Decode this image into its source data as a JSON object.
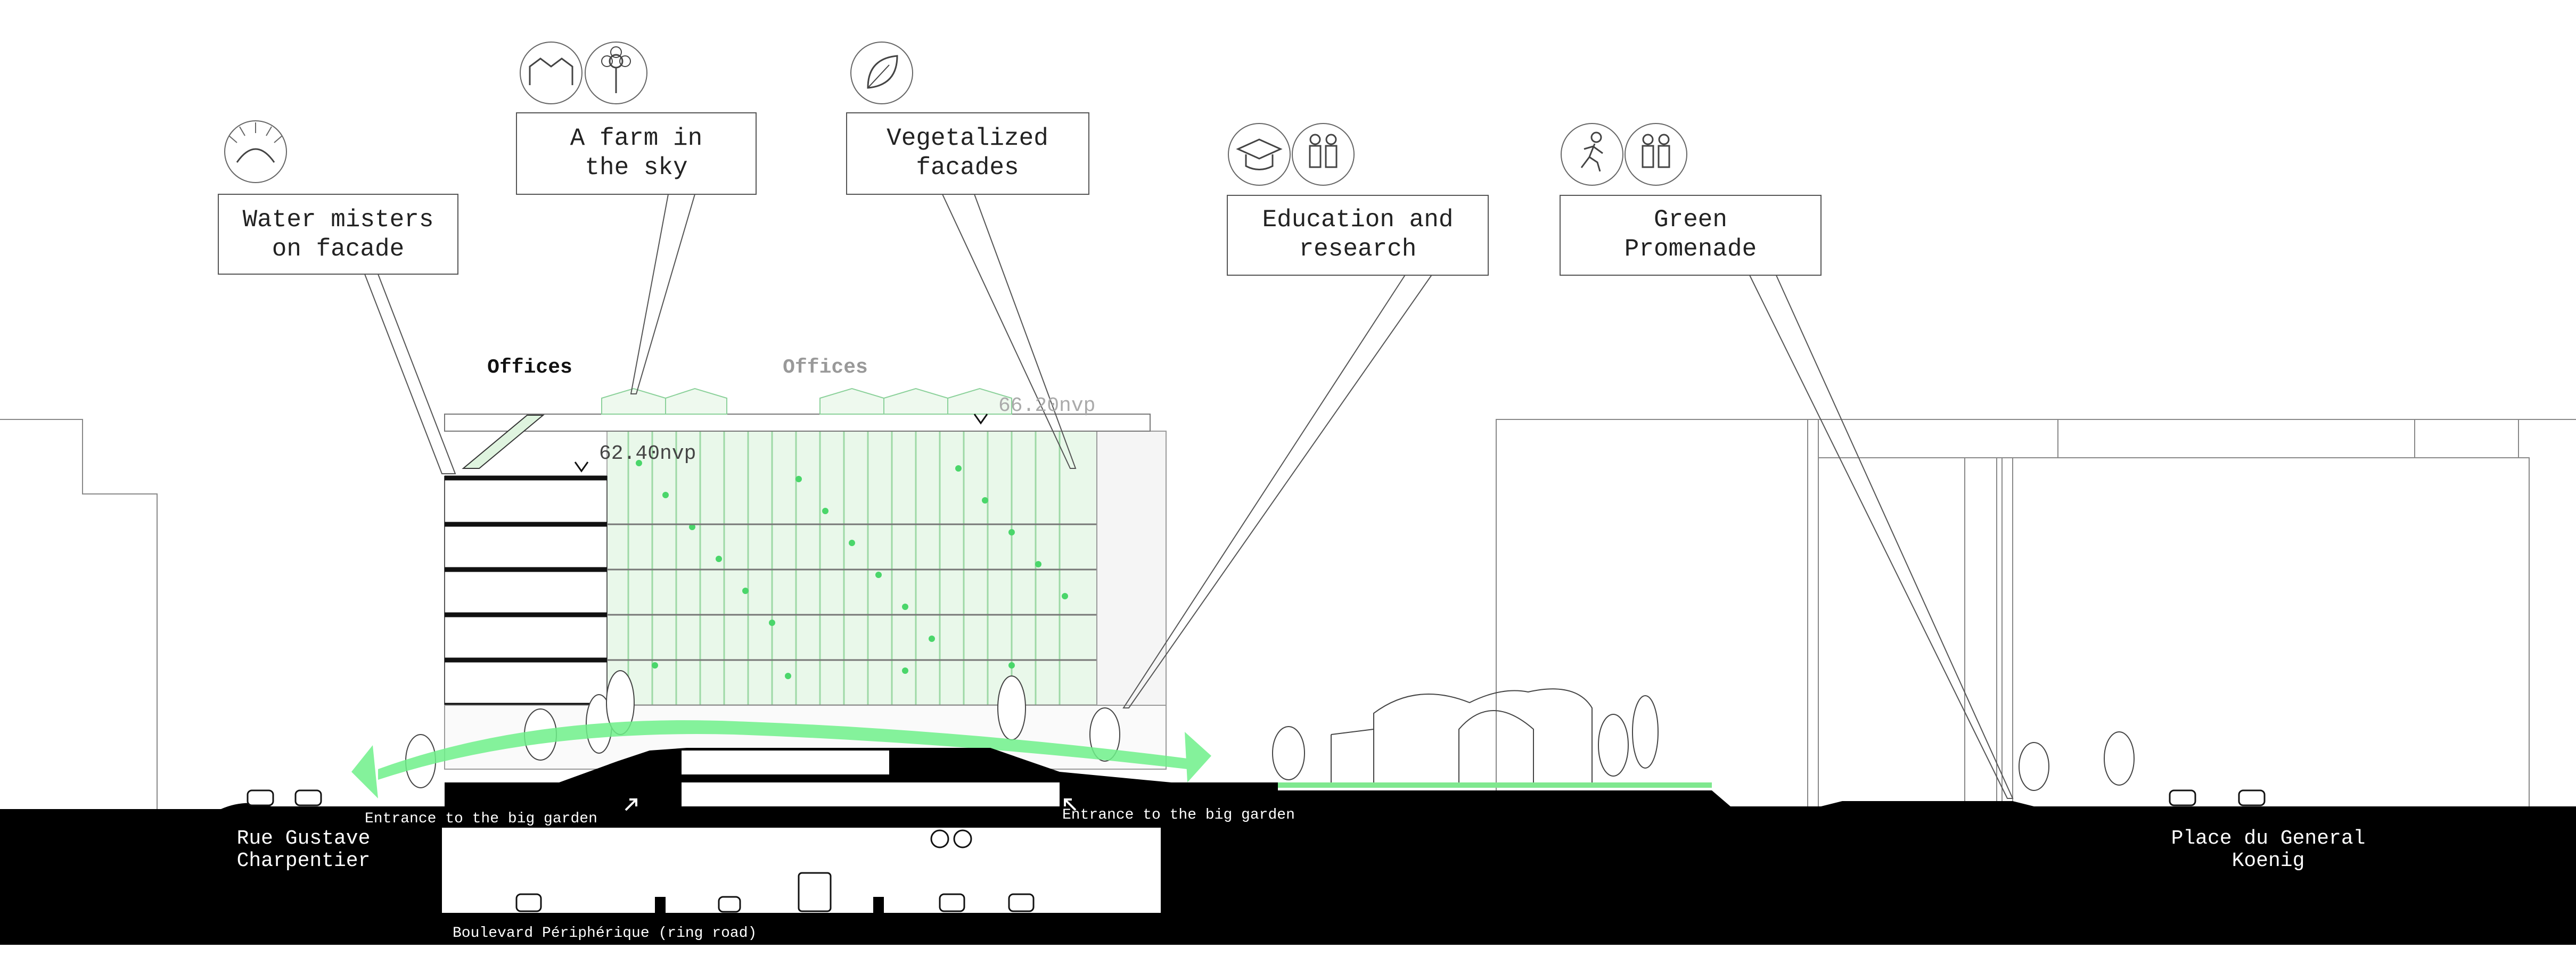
{
  "callouts": {
    "water_misters": {
      "line1": "Water misters",
      "line2": "on facade"
    },
    "farm_in_sky": {
      "line1": "A farm in",
      "line2": "the sky"
    },
    "vegetalized": {
      "line1": "Vegetalized",
      "line2": "facades"
    },
    "education": {
      "line1": "Education and",
      "line2": "research"
    },
    "promenade": {
      "line1": "Green",
      "line2": "Promenade"
    }
  },
  "building": {
    "offices_left": "Offices",
    "offices_right": "Offices",
    "level_left": "62.40nvp",
    "level_right": "66.20nvp"
  },
  "ground_labels": {
    "entrance_left": "Entrance to the big garden",
    "entrance_right": "Entrance to the big garden",
    "street_left_1": "Rue Gustave",
    "street_left_2": "Charpentier",
    "street_right_1": "Place du General",
    "street_right_2": "Koenig",
    "ring_road": "Boulevard Périphérique (ring road)"
  },
  "icons": {
    "water_misters": "mister-icon",
    "farm_1": "greenhouse-icon",
    "farm_2": "flower-icon",
    "vegetalized": "leaf-icon",
    "education_1": "graduation-cap-icon",
    "education_2": "people-icon",
    "promenade_1": "runner-icon",
    "promenade_2": "people-icon"
  },
  "colors": {
    "green_accent": "#5fe87a",
    "ground": "#000000",
    "line": "#555555"
  }
}
